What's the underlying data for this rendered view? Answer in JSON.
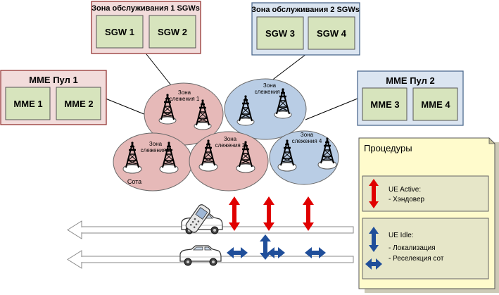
{
  "sgw_zone_1": {
    "title": "Зона обслуживания 1 SGWs",
    "nodes": [
      "SGW 1",
      "SGW 2"
    ]
  },
  "sgw_zone_2": {
    "title": "Зона обслуживания 2 SGWs",
    "nodes": [
      "SGW 3",
      "SGW 4"
    ]
  },
  "mme_pool_1": {
    "title": "MME Пул 1",
    "nodes": [
      "MME 1",
      "MME 2"
    ]
  },
  "mme_pool_2": {
    "title": "MME Пул 2",
    "nodes": [
      "MME 3",
      "MME 4"
    ]
  },
  "tracking_areas": [
    {
      "id": "ta1",
      "label_line1": "Зона",
      "label_line2": "слежения 1"
    },
    {
      "id": "ta5",
      "label_line1": "Зона",
      "label_line2": "слежения 5"
    },
    {
      "id": "ta2",
      "label_line1": "Зона",
      "label_line2": "слежения 2"
    },
    {
      "id": "ta3",
      "label_line1": "Зона",
      "label_line2": "слежения 3"
    },
    {
      "id": "ta4",
      "label_line1": "Зона",
      "label_line2": "слежения 4"
    }
  ],
  "cell_label": "Сота",
  "procedures": {
    "title": "Процедуры",
    "active": {
      "title": "UE Active:",
      "item": "- Хэндовер"
    },
    "idle": {
      "title": "UE Idle:",
      "items": [
        "- Локализация",
        "- Реселекция сот"
      ]
    }
  },
  "colors": {
    "pink_fill": "#f2dcdb",
    "pink_stroke": "#953735",
    "blue_fill": "#dbe5f1",
    "blue_stroke": "#4f6b8f",
    "zone_pink": "#e6b9b8",
    "zone_blue": "#b9cde5",
    "note_fill": "#fffbcc",
    "node_fill": "#d7e4bd",
    "red_arrow": "#e00000",
    "blue_arrow": "#1f4e9a"
  }
}
